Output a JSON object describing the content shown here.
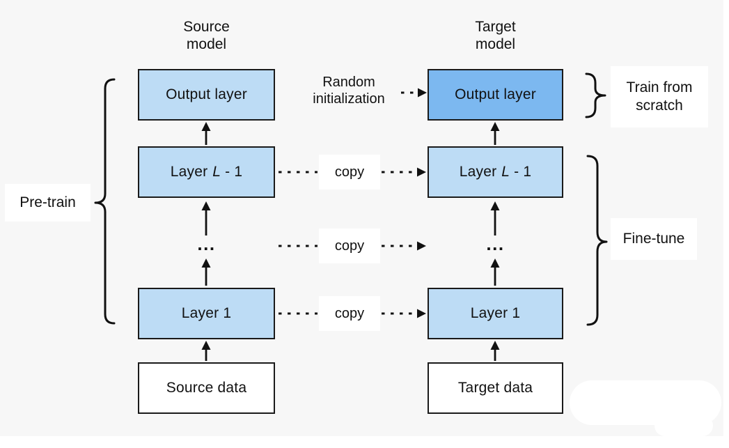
{
  "columns": {
    "source": {
      "title_line1": "Source",
      "title_line2": "model",
      "output_layer": "Output layer",
      "ellipsis": "...",
      "layer_1": "Layer 1",
      "data_box": "Source data"
    },
    "target": {
      "title_line1": "Target",
      "title_line2": "model",
      "output_layer": "Output layer",
      "ellipsis": "...",
      "layer_1": "Layer 1",
      "data_box": "Target data"
    }
  },
  "layer_l": {
    "prefix": "Layer",
    "variable": "L",
    "suffix": "- 1"
  },
  "annotations": {
    "pretrain": "Pre-train",
    "random_init_line1": "Random",
    "random_init_line2": "initialization",
    "copy": "copy",
    "train_scratch_line1": "Train from",
    "train_scratch_line2": "scratch",
    "finetune": "Fine-tune"
  },
  "colors": {
    "background": "#f7f7f7",
    "box_light": "#bddcf5",
    "box_dark": "#7cb8f0",
    "box_white": "#ffffff",
    "box_border": "#1a1a1a",
    "text": "#111111",
    "line": "#111111"
  }
}
